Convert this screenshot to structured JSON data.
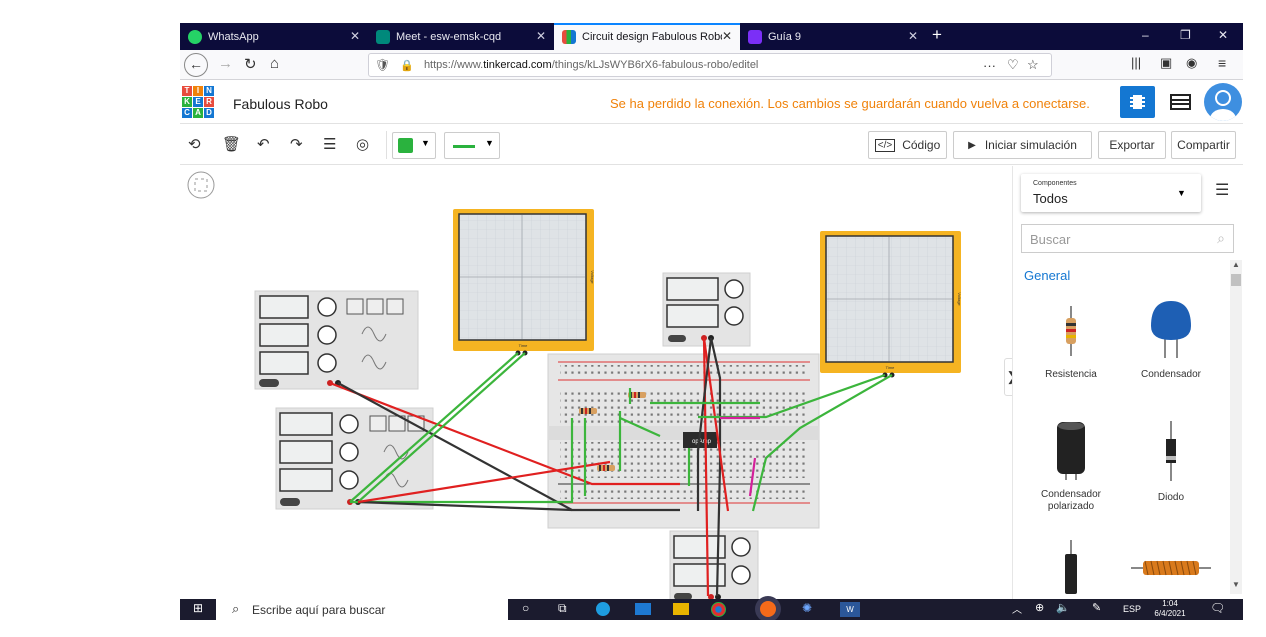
{
  "browser": {
    "tabs": [
      {
        "label": "WhatsApp",
        "icon": "whatsapp-icon",
        "color": "#25d366"
      },
      {
        "label": "Meet - esw-emsk-cqd",
        "icon": "meet-icon",
        "color": "#00897b"
      },
      {
        "label": "Circuit design Fabulous Robo |",
        "icon": "tinkercad-icon",
        "color": "#1477d2"
      },
      {
        "label": "Guía 9",
        "icon": "classroom-icon",
        "color": "#7b2ff7"
      }
    ],
    "new_tab": "+",
    "minimize": "–",
    "restore": "❐",
    "close": "✕",
    "url_prefix": "https://www.",
    "url_domain": "tinkercad.com",
    "url_path": "/things/kLJsWYB6rX6-fabulous-robo/editel",
    "url_more": "···"
  },
  "header": {
    "logo_letters": [
      "T",
      "I",
      "N",
      "K",
      "E",
      "R",
      "C",
      "A",
      "D"
    ],
    "project_name": "Fabulous Robo",
    "warning": "Se ha perdido la conexión. Los cambios se guardarán cuando vuelva a conectarse."
  },
  "toolbar": {
    "code_label": "Código",
    "simulate_label": "Iniciar simulación",
    "export_label": "Exportar",
    "share_label": "Compartir",
    "fill_color": "#2ab23e",
    "wire_color": "#2ab23e"
  },
  "canvas": {
    "chip_label": "opAmp",
    "scope_x_label": "Time",
    "scope_y_label": "Voltage"
  },
  "panel": {
    "select_caption": "Componentes",
    "select_value": "Todos",
    "search_placeholder": "Buscar",
    "section": "General",
    "components": [
      {
        "label": "Resistencia"
      },
      {
        "label": "Condensador"
      },
      {
        "label": "Condensador polarizado"
      },
      {
        "label": "Diodo"
      }
    ]
  },
  "taskbar": {
    "search_placeholder": "Escribe aquí para buscar",
    "lang": "ESP",
    "time": "1:04",
    "date": "6/4/2021"
  },
  "colors": {
    "wire_red": "#e02020",
    "wire_black": "#333333",
    "wire_green": "#3cb53c",
    "wire_magenta": "#d4209a",
    "scope_frame": "#f5b422",
    "accent": "#1477d2",
    "warning": "#f0820a"
  }
}
